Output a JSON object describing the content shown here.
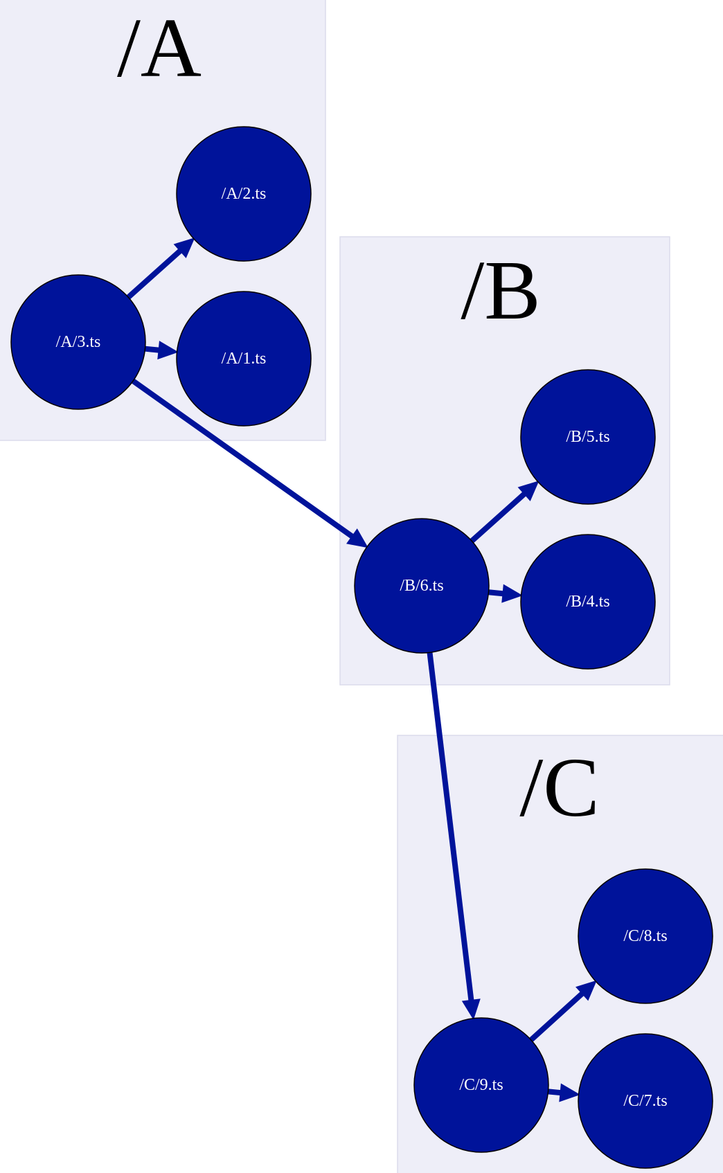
{
  "colors": {
    "node_fill": "#00139a",
    "node_stroke": "#000000",
    "edge": "#00139a",
    "cluster_fill": "#eeeef8",
    "cluster_border": "#dcdcec",
    "node_text": "#ffffff",
    "cluster_text": "#000000"
  },
  "clusters": [
    {
      "id": "A",
      "label": "/A"
    },
    {
      "id": "B",
      "label": "/B"
    },
    {
      "id": "C",
      "label": "/C"
    }
  ],
  "nodes": [
    {
      "id": "A3",
      "label": "/A/3.ts",
      "cluster": "A"
    },
    {
      "id": "A2",
      "label": "/A/2.ts",
      "cluster": "A"
    },
    {
      "id": "A1",
      "label": "/A/1.ts",
      "cluster": "A"
    },
    {
      "id": "B6",
      "label": "/B/6.ts",
      "cluster": "B"
    },
    {
      "id": "B5",
      "label": "/B/5.ts",
      "cluster": "B"
    },
    {
      "id": "B4",
      "label": "/B/4.ts",
      "cluster": "B"
    },
    {
      "id": "C9",
      "label": "/C/9.ts",
      "cluster": "C"
    },
    {
      "id": "C8",
      "label": "/C/8.ts",
      "cluster": "C"
    },
    {
      "id": "C7",
      "label": "/C/7.ts",
      "cluster": "C"
    }
  ],
  "edges": [
    {
      "from": "A3",
      "to": "A2"
    },
    {
      "from": "A3",
      "to": "A1"
    },
    {
      "from": "A3",
      "to": "B6"
    },
    {
      "from": "B6",
      "to": "B5"
    },
    {
      "from": "B6",
      "to": "B4"
    },
    {
      "from": "B6",
      "to": "C9"
    },
    {
      "from": "C9",
      "to": "C8"
    },
    {
      "from": "C9",
      "to": "C7"
    }
  ]
}
